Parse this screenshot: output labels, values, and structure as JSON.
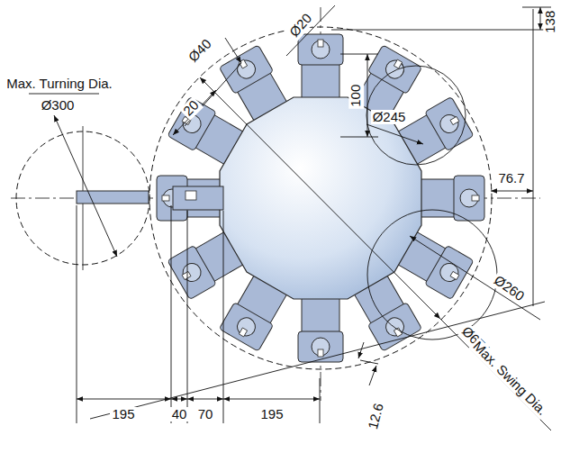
{
  "diagram": {
    "labels": [
      "Max. Turning Dia.",
      "Ø300",
      "20",
      "Ø40",
      "Ø20",
      "138",
      "100",
      "Ø245",
      "76.7",
      "Ø260",
      "Ø674",
      "Max. Swing Dia.",
      "12.6",
      "195",
      "40",
      "70",
      "195"
    ]
  }
}
